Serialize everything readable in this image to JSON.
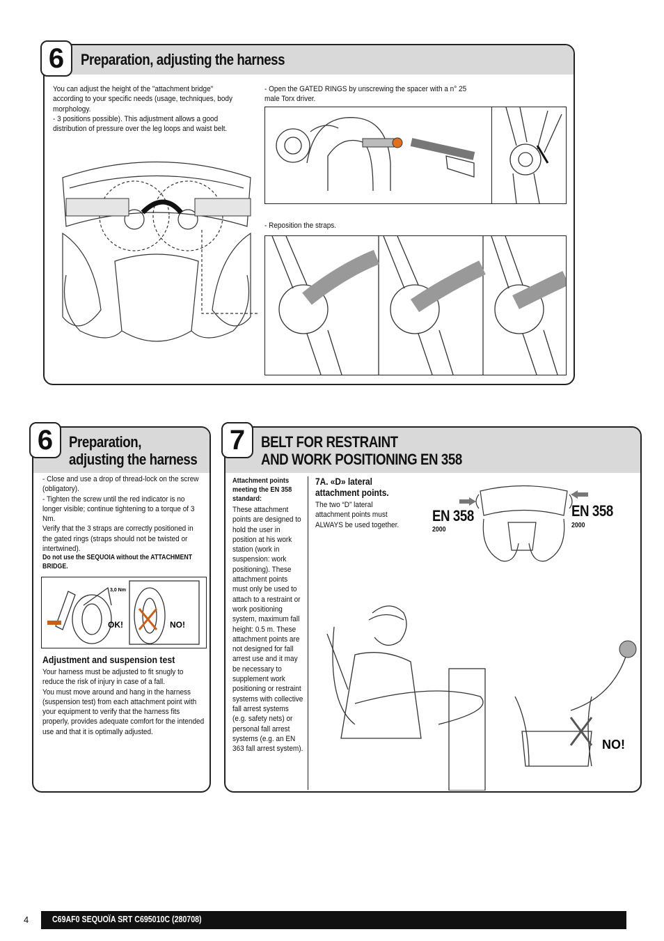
{
  "top_section": {
    "number": "6",
    "title": "Preparation, adjusting the harness",
    "left_text": "You can adjust the height of the \"attachment bridge\" according to your specific needs (usage, techniques, body morphology.\n- 3 positions possible). This adjustment allows a good distribution of pressure over the leg loops and waist belt.",
    "right_text_1": "- Open the GATED RINGS by unscrewing the spacer with a n° 25 male Torx driver.",
    "right_text_2": "- Reposition the straps."
  },
  "bottom_left_section": {
    "number": "6",
    "title_line1": "Preparation,",
    "title_line2": "adjusting the harness",
    "para1": "- Close and use a drop of thread-lock on the screw (obligatory).",
    "para2": "- Tighten the screw until the red indicator is no longer visible; continue tightening to a torque of 3 Nm.",
    "para3": "Verify that the 3 straps are correctly positioned in the gated rings (straps should not be twisted or intertwined).",
    "warning": "Do not use the SEQUOIA without the ATTACHMENT BRIDGE.",
    "torque_label": "3,0 Nm",
    "ok_label": "OK!",
    "no_label": "NO!",
    "subheading": "Adjustment and suspension test",
    "para4": "Your harness must be adjusted to fit snugly to reduce the risk of injury in case of a fall.",
    "para5": "You must move around and hang in the harness (suspension test) from each attachment point with your equipment to verify that the harness fits properly, provides adequate comfort for the intended use and that it is optimally adjusted."
  },
  "bottom_right_section": {
    "number": "7",
    "title_line1": "BELT FOR RESTRAINT",
    "title_line2": "AND WORK POSITIONING EN 358",
    "col_heading": "Attachment points meeting the EN 358 standard:",
    "col_text": "These attachment points are designed to hold the user in position at his work station (work in suspension: work positioning). These attachment points must only be used to attach to a restraint or work positioning system, maximum fall height: 0.5 m. These attachment points are not designed for fall arrest use and it may be necessary to supplement work positioning or restraint systems with collective fall arrest systems (e.g. safety nets) or personal fall arrest systems (e.g. an EN 363 fall arrest system).",
    "sub_heading": "7A. «D» lateral attachment points.",
    "sub_text": "The two “D” lateral attachment points must ALWAYS be used together.",
    "en_label": "EN 358",
    "en_year": "2000",
    "no_label": "NO!"
  },
  "footer": {
    "page_number": "4",
    "doc_ref": "C69AF0 SEQUOÏA SRT  C695010C (280708)"
  }
}
